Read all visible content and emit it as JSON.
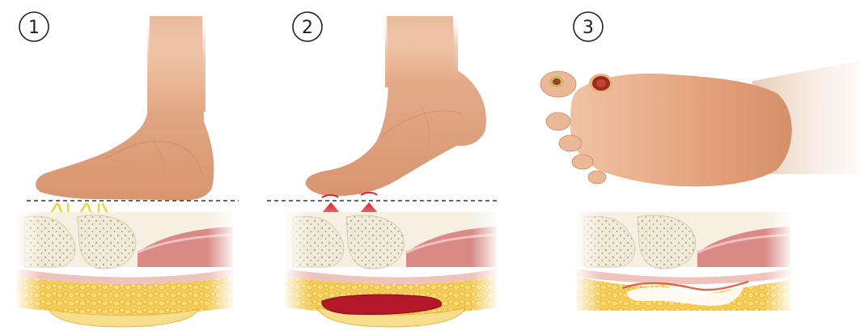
{
  "steps": [
    {
      "number": "1"
    },
    {
      "number": "2"
    },
    {
      "number": "3"
    }
  ],
  "colors": {
    "skin": "#e8b48f",
    "skin_shadow": "#c98a63",
    "leg_fade": "#f4dccb",
    "muscle": "#d98a86",
    "muscle_light": "#efc2bc",
    "fat": "#f3c64a",
    "fat_light": "#f8de8a",
    "bone": "#f1ead8",
    "bone_dots": "#b9a98d",
    "pressure_arrow_light": "#f4d225",
    "pressure_arrow_strong": "#d8262d",
    "hematoma": "#b5172a",
    "ulcer": "#9b2a22",
    "inflammation": "#e04a2a",
    "ground_line": "#333333"
  },
  "icons": [
    "circle-number-icon",
    "yellow-pressure-arrow-icon",
    "red-pressure-arrow-icon"
  ]
}
